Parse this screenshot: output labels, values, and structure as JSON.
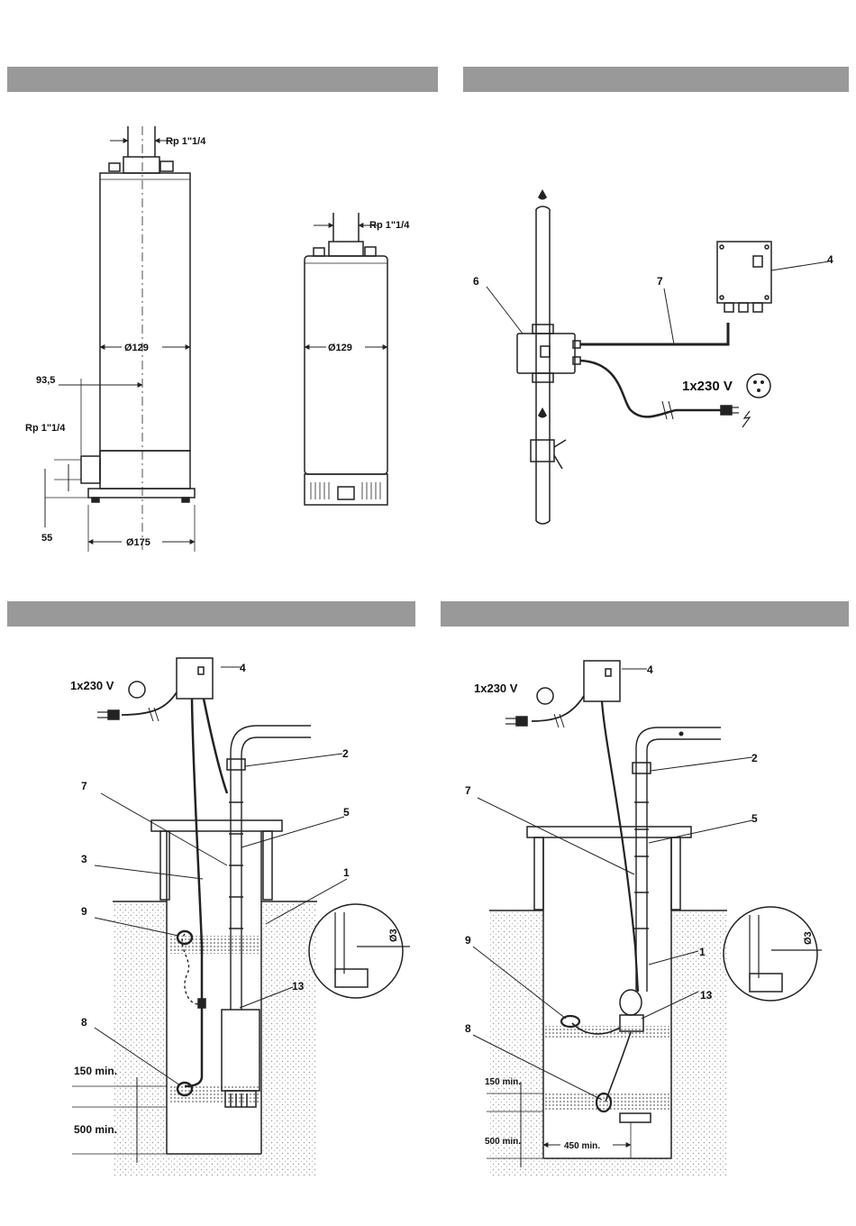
{
  "colors": {
    "header_bar": "#999999",
    "line": "#222222",
    "soil": "#bbbbbb"
  },
  "panel1": {
    "pump_tall": {
      "outlet": "Rp 1\"1/4",
      "diameter": "Ø129",
      "offset": "93,5",
      "side_outlet": "Rp 1\"1/4",
      "base_height": "55",
      "base_diameter": "Ø175"
    },
    "pump_short": {
      "outlet": "Rp 1\"1/4",
      "diameter": "Ø129"
    }
  },
  "panel2": {
    "label_6": "6",
    "label_7": "7",
    "label_4": "4",
    "voltage": "1x230 V"
  },
  "panel3": {
    "voltage": "1x230 V",
    "label_4": "4",
    "label_2": "2",
    "label_7": "7",
    "label_5": "5",
    "label_3": "3",
    "label_1": "1",
    "label_9": "9",
    "label_13": "13",
    "label_8": "8",
    "dia": "Ø3",
    "dim_150": "150 min.",
    "dim_500": "500 min."
  },
  "panel4": {
    "voltage": "1x230 V",
    "label_4": "4",
    "label_2": "2",
    "label_7": "7",
    "label_5": "5",
    "label_1": "1",
    "label_9": "9",
    "label_13": "13",
    "label_8": "8",
    "dia": "Ø3",
    "dim_150": "150 min.",
    "dim_500": "500 min.",
    "dim_450": "450 min."
  }
}
